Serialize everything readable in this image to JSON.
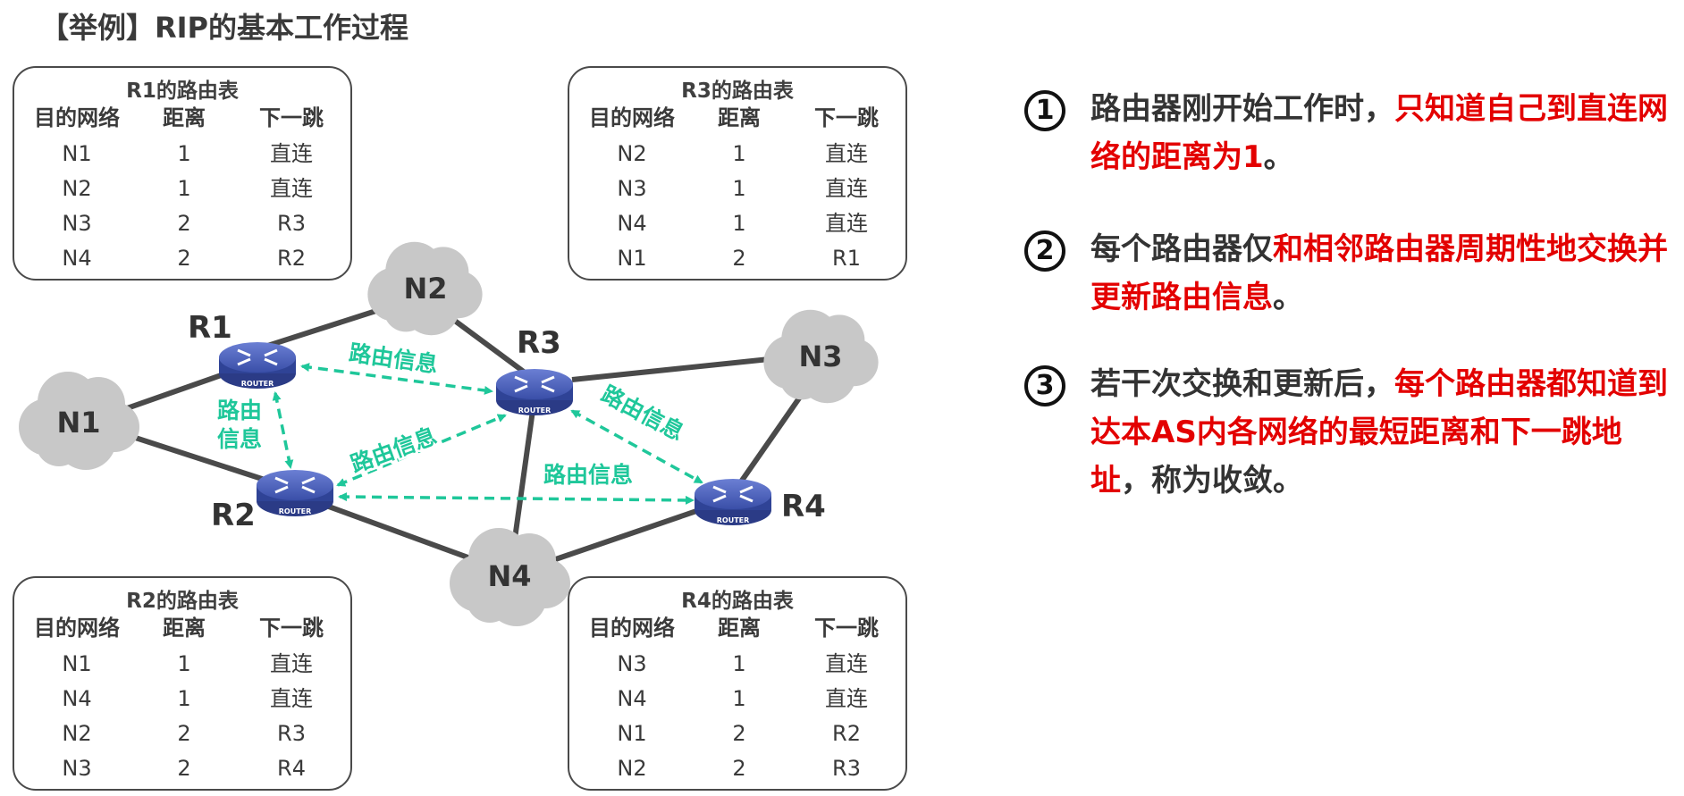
{
  "title": "【举例】RIP的基本工作过程",
  "colors": {
    "arrow": "#1fc79a",
    "link": "#4a4a4a",
    "cloud": "#c8c8c8",
    "router": "#3a4fa8",
    "highlight": "#e30000"
  },
  "tables": {
    "r1": {
      "title": "R1的路由表",
      "headers": [
        "目的网络",
        "距离",
        "下一跳"
      ],
      "rows": [
        [
          "N1",
          "1",
          "直连"
        ],
        [
          "N2",
          "1",
          "直连"
        ],
        [
          "N3",
          "2",
          "R3"
        ],
        [
          "N4",
          "2",
          "R2"
        ]
      ]
    },
    "r3": {
      "title": "R3的路由表",
      "headers": [
        "目的网络",
        "距离",
        "下一跳"
      ],
      "rows": [
        [
          "N2",
          "1",
          "直连"
        ],
        [
          "N3",
          "1",
          "直连"
        ],
        [
          "N4",
          "1",
          "直连"
        ],
        [
          "N1",
          "2",
          "R1"
        ]
      ]
    },
    "r2": {
      "title": "R2的路由表",
      "headers": [
        "目的网络",
        "距离",
        "下一跳"
      ],
      "rows": [
        [
          "N1",
          "1",
          "直连"
        ],
        [
          "N4",
          "1",
          "直连"
        ],
        [
          "N2",
          "2",
          "R3"
        ],
        [
          "N3",
          "2",
          "R4"
        ]
      ]
    },
    "r4": {
      "title": "R4的路由表",
      "headers": [
        "目的网络",
        "距离",
        "下一跳"
      ],
      "rows": [
        [
          "N3",
          "1",
          "直连"
        ],
        [
          "N4",
          "1",
          "直连"
        ],
        [
          "N1",
          "2",
          "R2"
        ],
        [
          "N2",
          "2",
          "R3"
        ]
      ]
    }
  },
  "network": {
    "routers": {
      "r1": "R1",
      "r2": "R2",
      "r3": "R3",
      "r4": "R4"
    },
    "router_badge": "ROUTER",
    "networks": {
      "n1": "N1",
      "n2": "N2",
      "n3": "N3",
      "n4": "N4"
    },
    "messages": {
      "r1_r3": "路由信息",
      "r1_r2_line1": "路由",
      "r1_r2_line2": "信息",
      "r2_r3": "路由信息",
      "r3_r4": "路由信息",
      "r2_r4": "路由信息"
    }
  },
  "points": [
    {
      "number": "1",
      "normal": "路由器刚开始工作时，",
      "highlight": "只知道自己到直连网络的距离为1",
      "tail": "。"
    },
    {
      "number": "2",
      "normal": "每个路由器仅",
      "highlight": "和相邻路由器周期性地交换并更新路由信息",
      "tail": "。"
    },
    {
      "number": "3",
      "normal": "若干次交换和更新后，",
      "highlight": "每个路由器都知道到达本AS内各网络的最短距离和下一跳地址",
      "tail": "，称为收敛。"
    }
  ]
}
